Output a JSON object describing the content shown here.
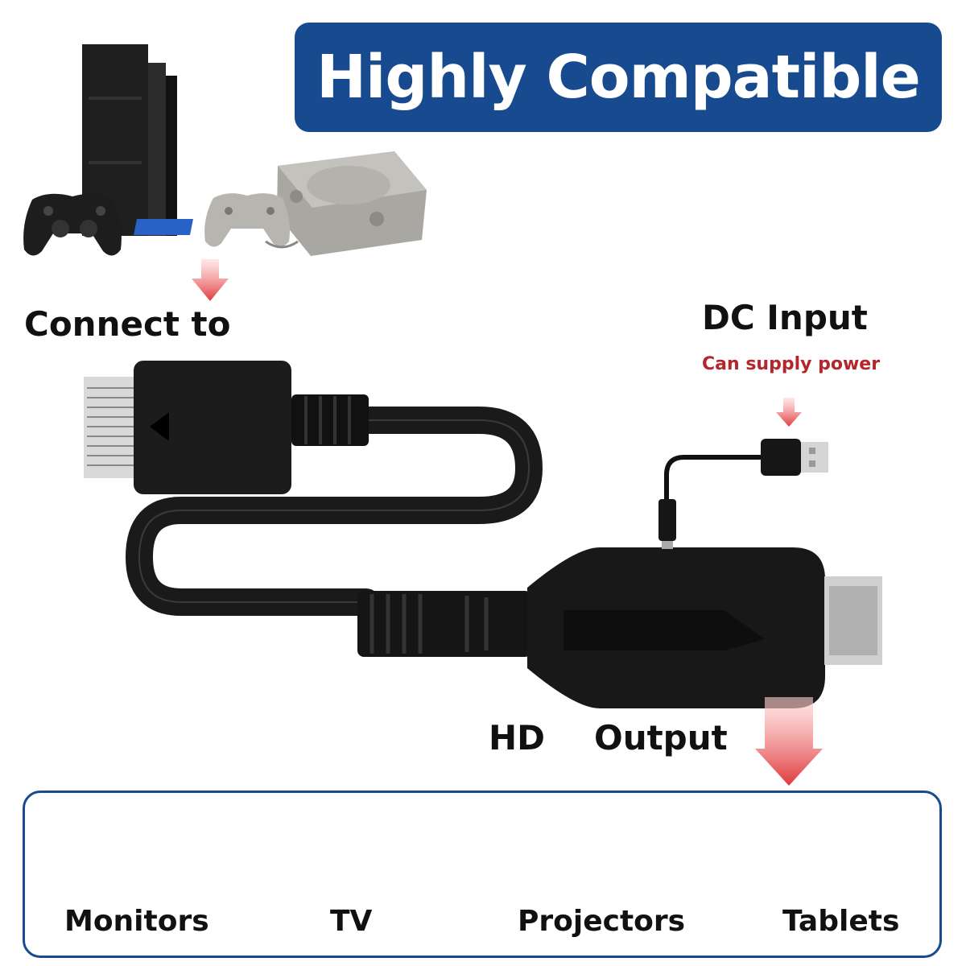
{
  "title": "Highly Compatible",
  "labels": {
    "connect_to": "Connect to",
    "dc_input": "DC Input",
    "can_supply_power": "Can supply power",
    "hd": "HD",
    "output": "Output"
  },
  "devices": [
    {
      "label": "Monitors",
      "icon": "monitor-icon"
    },
    {
      "label": "TV",
      "icon": "tv-icon"
    },
    {
      "label": "Projectors",
      "icon": "projector-icon"
    },
    {
      "label": "Tablets",
      "icon": "tablet-icon"
    }
  ],
  "colors": {
    "banner": "#174a8e",
    "accent_red": "#e0393c",
    "supply_text": "#b3262c",
    "cable": "#1a1a1a"
  }
}
